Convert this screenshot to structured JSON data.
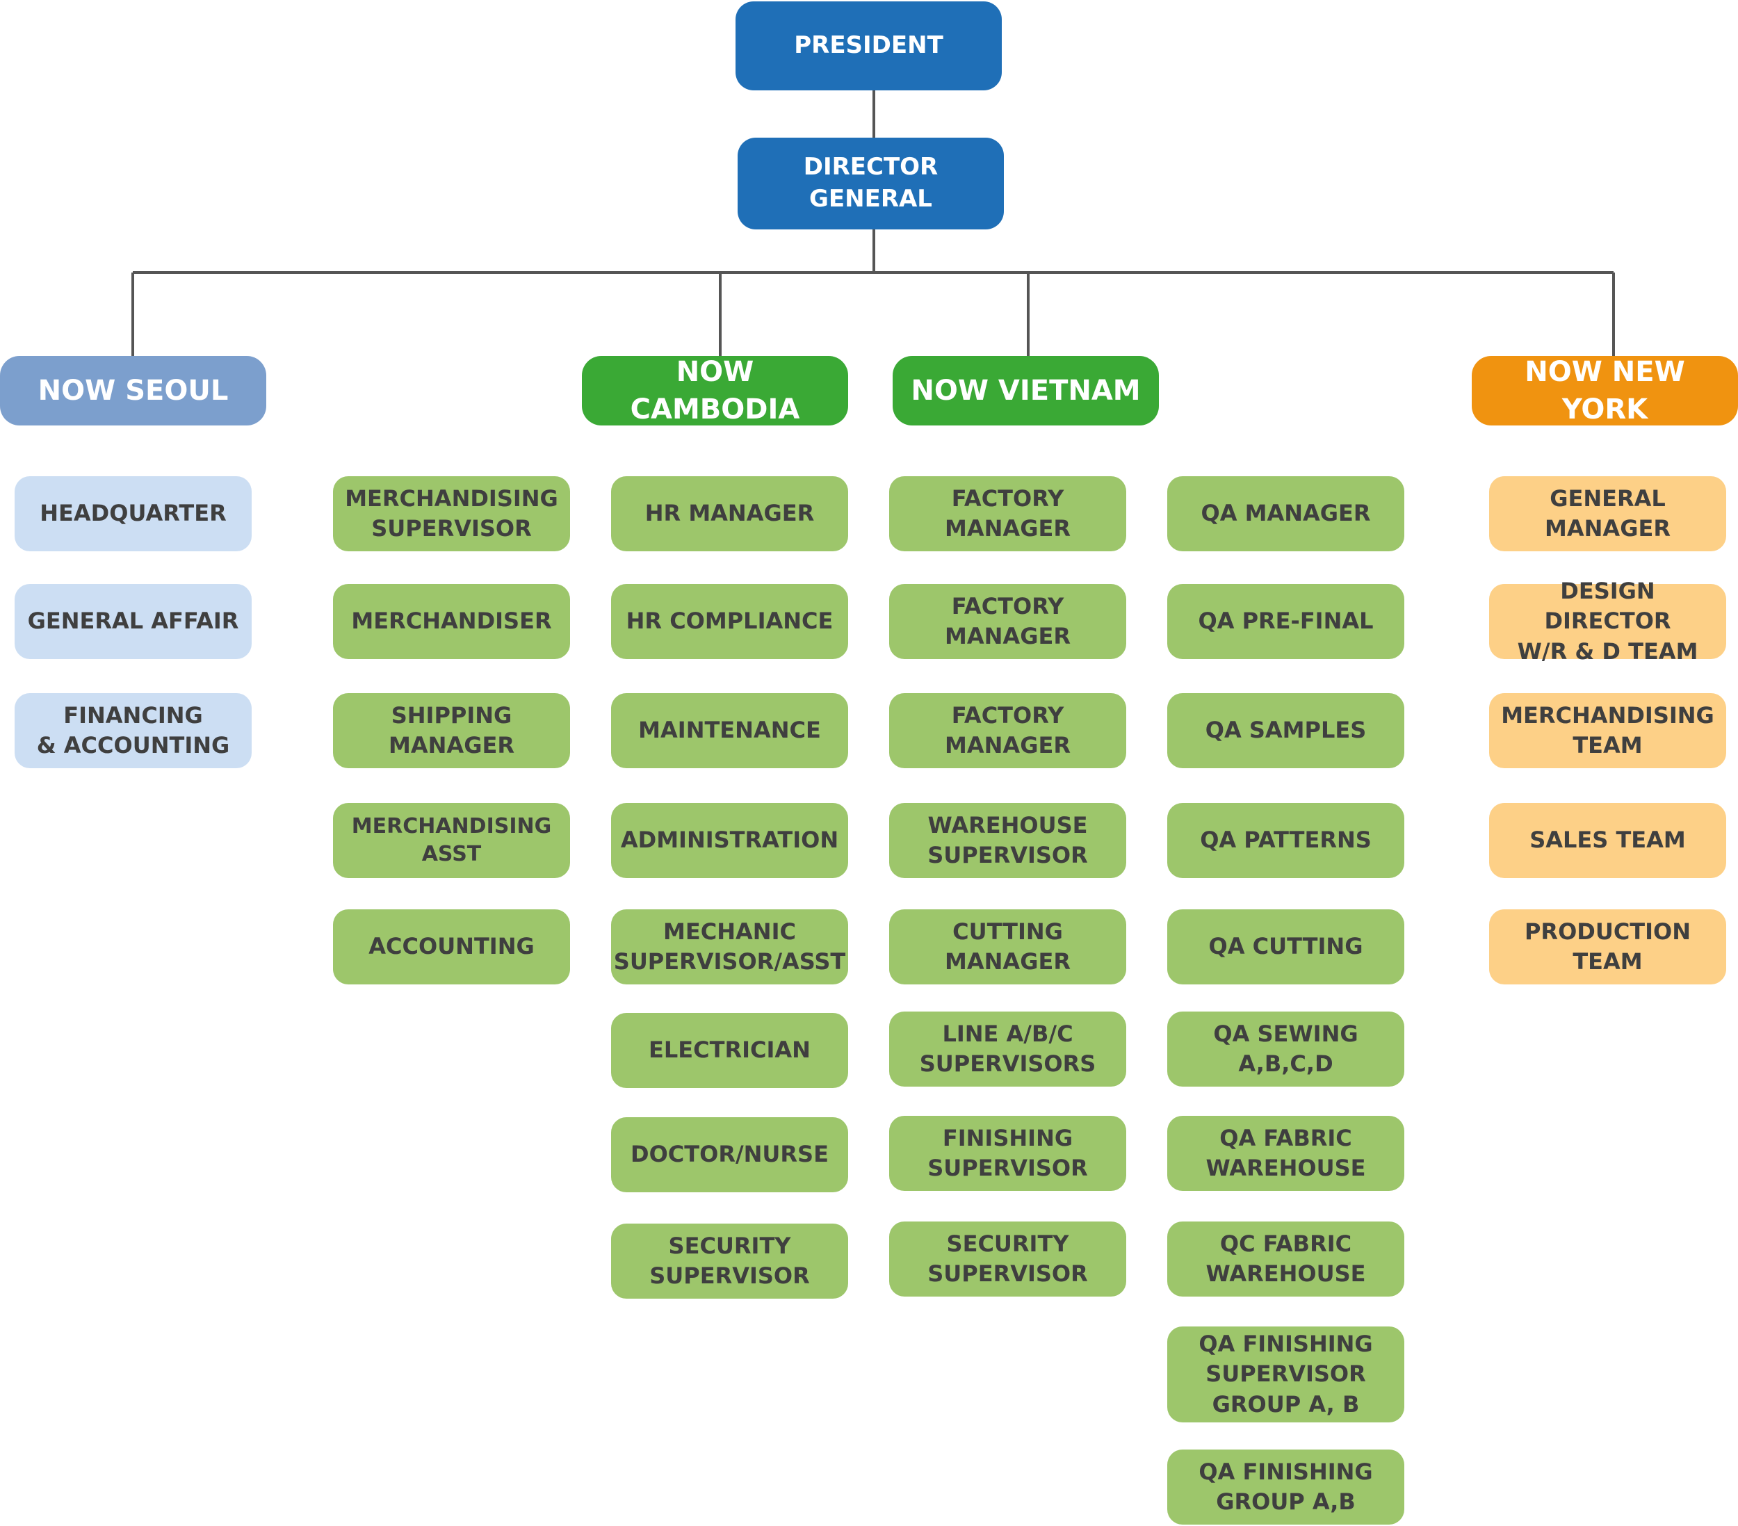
{
  "president": "PRESIDENT",
  "director_general": "DIRECTOR GENERAL",
  "regions": {
    "seoul": "NOW SEOUL",
    "cambodia": "NOW CAMBODIA",
    "vietnam": "NOW VIETNAM",
    "new_york": "NOW NEW YORK"
  },
  "columns": {
    "seoul": [
      "HEADQUARTER",
      "GENERAL AFFAIR",
      "FINANCING\n& ACCOUNTING"
    ],
    "merch": [
      "MERCHANDISING\nSUPERVISOR",
      "MERCHANDISER",
      "SHIPPING MANAGER",
      "MERCHANDISING ASST",
      "ACCOUNTING"
    ],
    "hr": [
      "HR MANAGER",
      "HR COMPLIANCE",
      "MAINTENANCE",
      "ADMINISTRATION",
      "MECHANIC\nSUPERVISOR/ASST",
      "ELECTRICIAN",
      "DOCTOR/NURSE",
      "SECURITY\nSUPERVISOR"
    ],
    "factory": [
      "FACTORY MANAGER",
      "FACTORY MANAGER",
      "FACTORY MANAGER",
      "WAREHOUSE\nSUPERVISOR",
      "CUTTING MANAGER",
      "LINE A/B/C\nSUPERVISORS",
      "FINISHING\nSUPERVISOR",
      "SECURITY\nSUPERVISOR"
    ],
    "qa": [
      "QA MANAGER",
      "QA PRE-FINAL",
      "QA SAMPLES",
      "QA PATTERNS",
      "QA CUTTING",
      "QA SEWING A,B,C,D",
      "QA FABRIC\nWAREHOUSE",
      "QC FABRIC\nWAREHOUSE",
      "QA FINISHING\nSUPERVISOR\nGROUP A, B",
      "QA FINISHING\nGROUP A,B"
    ],
    "new_york": [
      "GENERAL MANAGER",
      "DESIGN DIRECTOR\nW/R & D TEAM",
      "MERCHANDISING\nTEAM",
      "SALES TEAM",
      "PRODUCTION TEAM"
    ]
  },
  "colors": {
    "executive": "#1f6fb7",
    "seoul_header": "#7c9fcd",
    "seoul_item": "#ccdef3",
    "green_header": "#3aa935",
    "green_item": "#9dc66b",
    "new_york_header": "#f09310",
    "new_york_item": "#fdd087",
    "connector": "#555555"
  }
}
